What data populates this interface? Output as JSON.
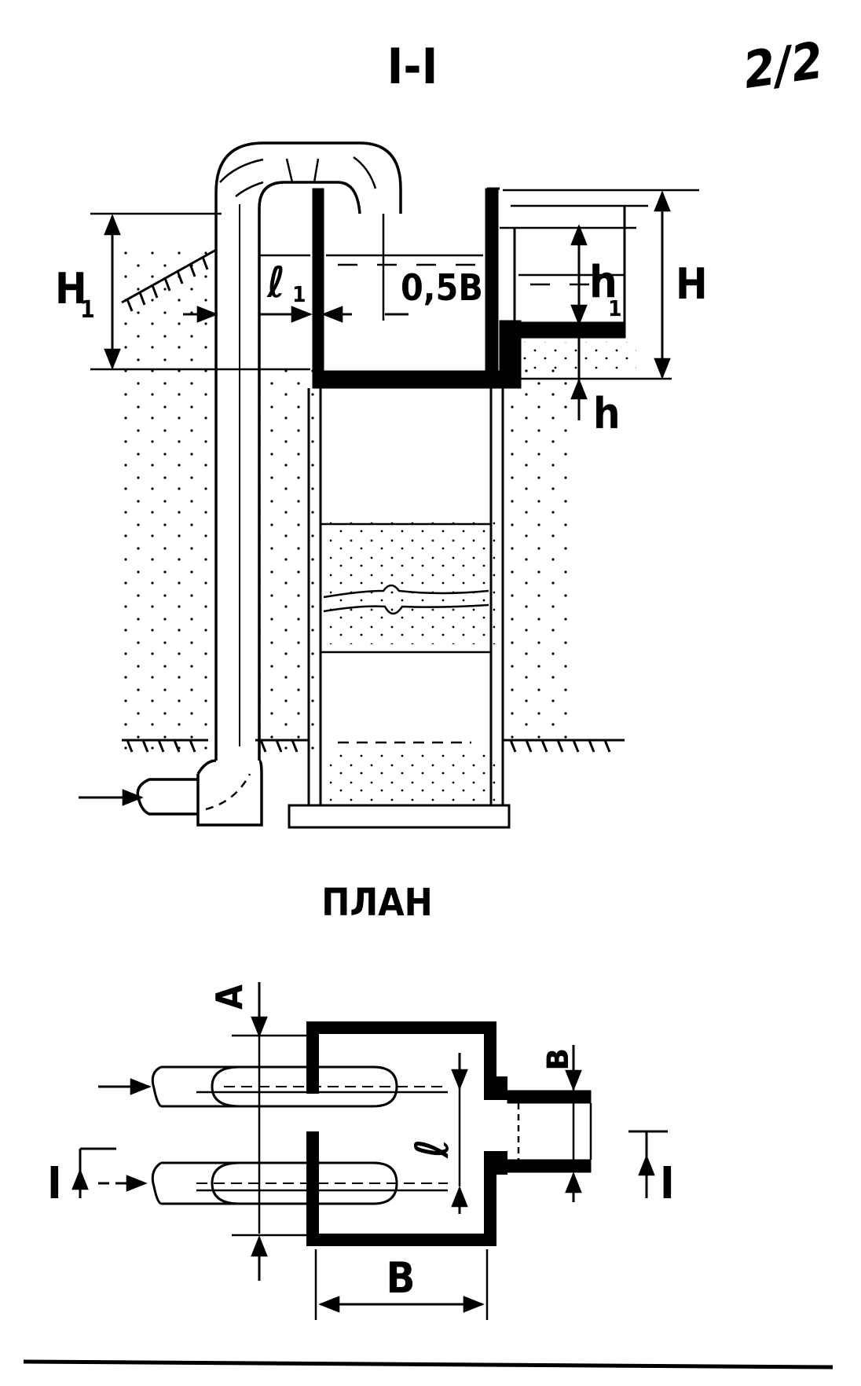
{
  "sheet_number": "2/2",
  "section": {
    "title": "I-I",
    "labels": {
      "H1": "H",
      "H1_sub": "1",
      "l1": "ℓ",
      "l1_sub": "1",
      "half_B": "0,5B",
      "h1": "h",
      "h1_sub": "1",
      "H": "H",
      "h": "h"
    }
  },
  "plan": {
    "title": "ПЛАН",
    "labels": {
      "A": "A",
      "l": "ℓ",
      "b": "в",
      "B": "B",
      "section_left": "I",
      "section_right": "I"
    }
  },
  "colors": {
    "ink": "#000000",
    "paper": "#ffffff"
  }
}
